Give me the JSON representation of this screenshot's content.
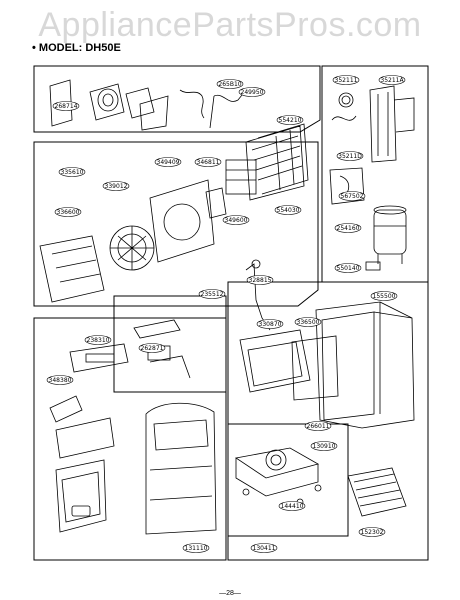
{
  "watermark": "AppliancePartsPros.com",
  "model_label": "• MODEL: DH50E",
  "page_number": "—28—",
  "callouts": [
    "352111",
    "35211A",
    "268714",
    "249950",
    "35211D",
    "265B10",
    "554210",
    "335610",
    "349409",
    "346811",
    "339012",
    "336600",
    "349600",
    "554030",
    "567502",
    "254160",
    "550140",
    "155500",
    "328815",
    "235512",
    "336500",
    "262871",
    "330870",
    "238310",
    "348380",
    "266011",
    "130910",
    "144410",
    "131110",
    "130411",
    "152302"
  ]
}
